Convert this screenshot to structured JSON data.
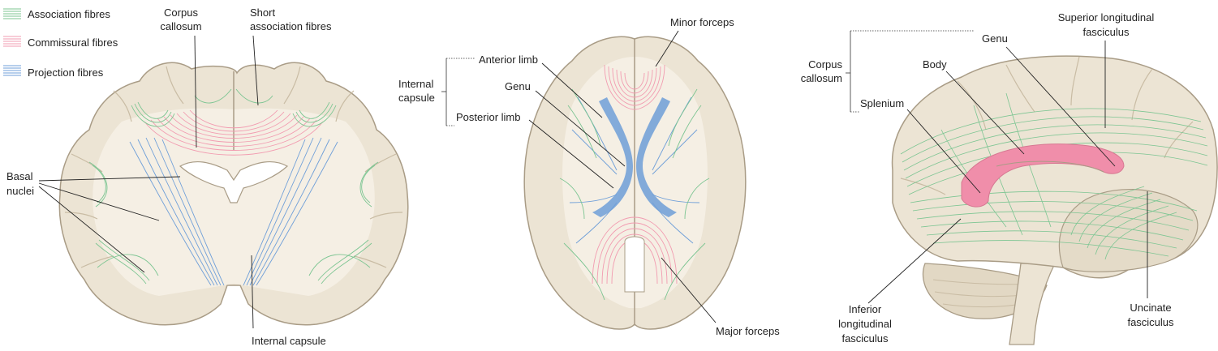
{
  "legend": {
    "association": "Association fibres",
    "commissural": "Commissural fibres",
    "projection": "Projection fibres"
  },
  "colors": {
    "association": "#7cc592",
    "commissural": "#f29bb0",
    "projection": "#6f9fd8",
    "brain_fill": "#ece4d4",
    "brain_inner": "#f5efe4",
    "cortex_shade": "#ddd2bd",
    "outline": "#a99c86",
    "corpus_callosum_pink": "#f08eaa"
  },
  "coronal": {
    "corpus_callosum": [
      "Corpus",
      "callosum"
    ],
    "short_association": [
      "Short",
      "association fibres"
    ],
    "basal_nuclei": [
      "Basal",
      "nuclei"
    ],
    "internal_capsule": "Internal capsule"
  },
  "axial": {
    "minor_forceps": "Minor forceps",
    "internal_capsule": [
      "Internal",
      "capsule"
    ],
    "anterior_limb": "Anterior limb",
    "genu": "Genu",
    "posterior_limb": "Posterior limb",
    "major_forceps": "Major forceps"
  },
  "sagittal": {
    "corpus_callosum": [
      "Corpus",
      "callosum"
    ],
    "genu": "Genu",
    "body": "Body",
    "splenium": "Splenium",
    "superior_longitudinal": [
      "Superior longitudinal",
      "fasciculus"
    ],
    "inferior_longitudinal": [
      "Inferior",
      "longitudinal",
      "fasciculus"
    ],
    "uncinate": [
      "Uncinate",
      "fasciculus"
    ]
  }
}
